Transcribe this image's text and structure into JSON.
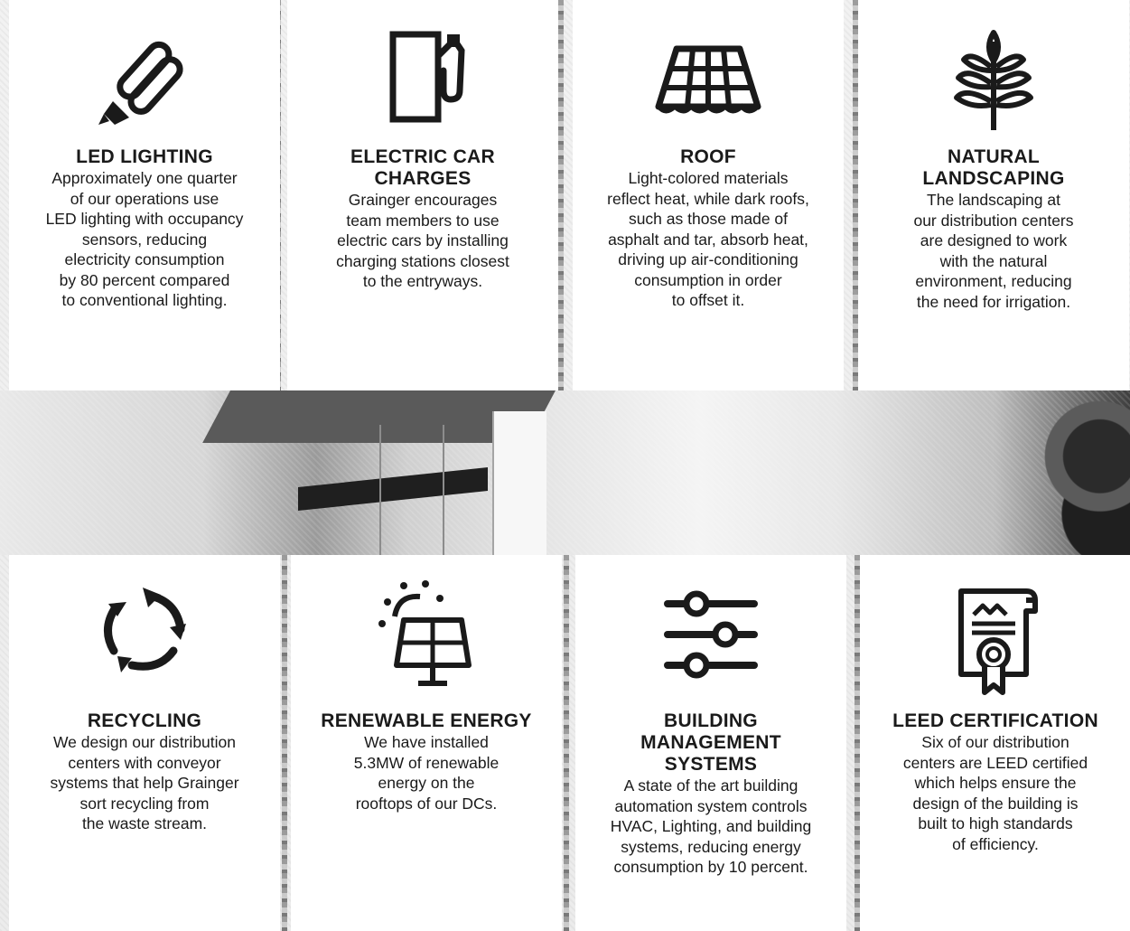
{
  "cards": [
    {
      "id": "led-lighting",
      "icon": "led-lamp-icon",
      "title_lines": [
        "LED LIGHTING"
      ],
      "body_lines": [
        "Approximately one quarter",
        "of our operations use",
        "LED lighting with occupancy",
        "sensors, reducing",
        "electricity consumption",
        "by 80 percent compared",
        "to conventional lighting."
      ]
    },
    {
      "id": "electric-car-charges",
      "icon": "charging-station-icon",
      "title_lines": [
        "ELECTRIC CAR",
        "CHARGES"
      ],
      "body_lines": [
        "Grainger encourages",
        "team members to use",
        "electric cars by installing",
        "charging stations closest",
        "to the entryways."
      ]
    },
    {
      "id": "roof",
      "icon": "roof-tiles-icon",
      "title_lines": [
        "ROOF"
      ],
      "body_lines": [
        "Light-colored materials",
        "reflect heat, while dark roofs,",
        "such as those made of",
        "asphalt and tar, absorb heat,",
        "driving up air-conditioning",
        "consumption in order",
        "to offset it."
      ]
    },
    {
      "id": "natural-landscaping",
      "icon": "leaf-branch-icon",
      "title_lines": [
        "NATURAL",
        "LANDSCAPING"
      ],
      "body_lines": [
        "The landscaping at",
        "our distribution centers",
        "are designed to work",
        "with the natural",
        "environment, reducing",
        "the need for irrigation."
      ]
    },
    {
      "id": "recycling",
      "icon": "recycle-arrows-icon",
      "title_lines": [
        "RECYCLING"
      ],
      "body_lines": [
        "We design our distribution",
        "centers with conveyor",
        "systems that help Grainger",
        "sort recycling from",
        "the waste stream."
      ]
    },
    {
      "id": "renewable-energy",
      "icon": "solar-panel-icon",
      "title_lines": [
        "RENEWABLE ENERGY"
      ],
      "body_lines": [
        "We have installed",
        "5.3MW of renewable",
        "energy on the",
        "rooftops of our DCs."
      ]
    },
    {
      "id": "building-management-systems",
      "icon": "sliders-icon",
      "title_lines": [
        "BUILDING",
        "MANAGEMENT",
        "SYSTEMS"
      ],
      "body_lines": [
        "A state of the art building",
        "automation system controls",
        "HVAC, Lighting, and building",
        "systems, reducing energy",
        "consumption by 10 percent."
      ]
    },
    {
      "id": "leed-certification",
      "icon": "certificate-icon",
      "title_lines": [
        "LEED CERTIFICATION"
      ],
      "body_lines": [
        "Six of our distribution",
        "centers are LEED certified",
        "which helps ensure the",
        "design of the building is",
        "built to high standards",
        "of efficiency."
      ]
    }
  ],
  "colors": {
    "ink": "#1a1a1a",
    "card": "#ffffff"
  }
}
